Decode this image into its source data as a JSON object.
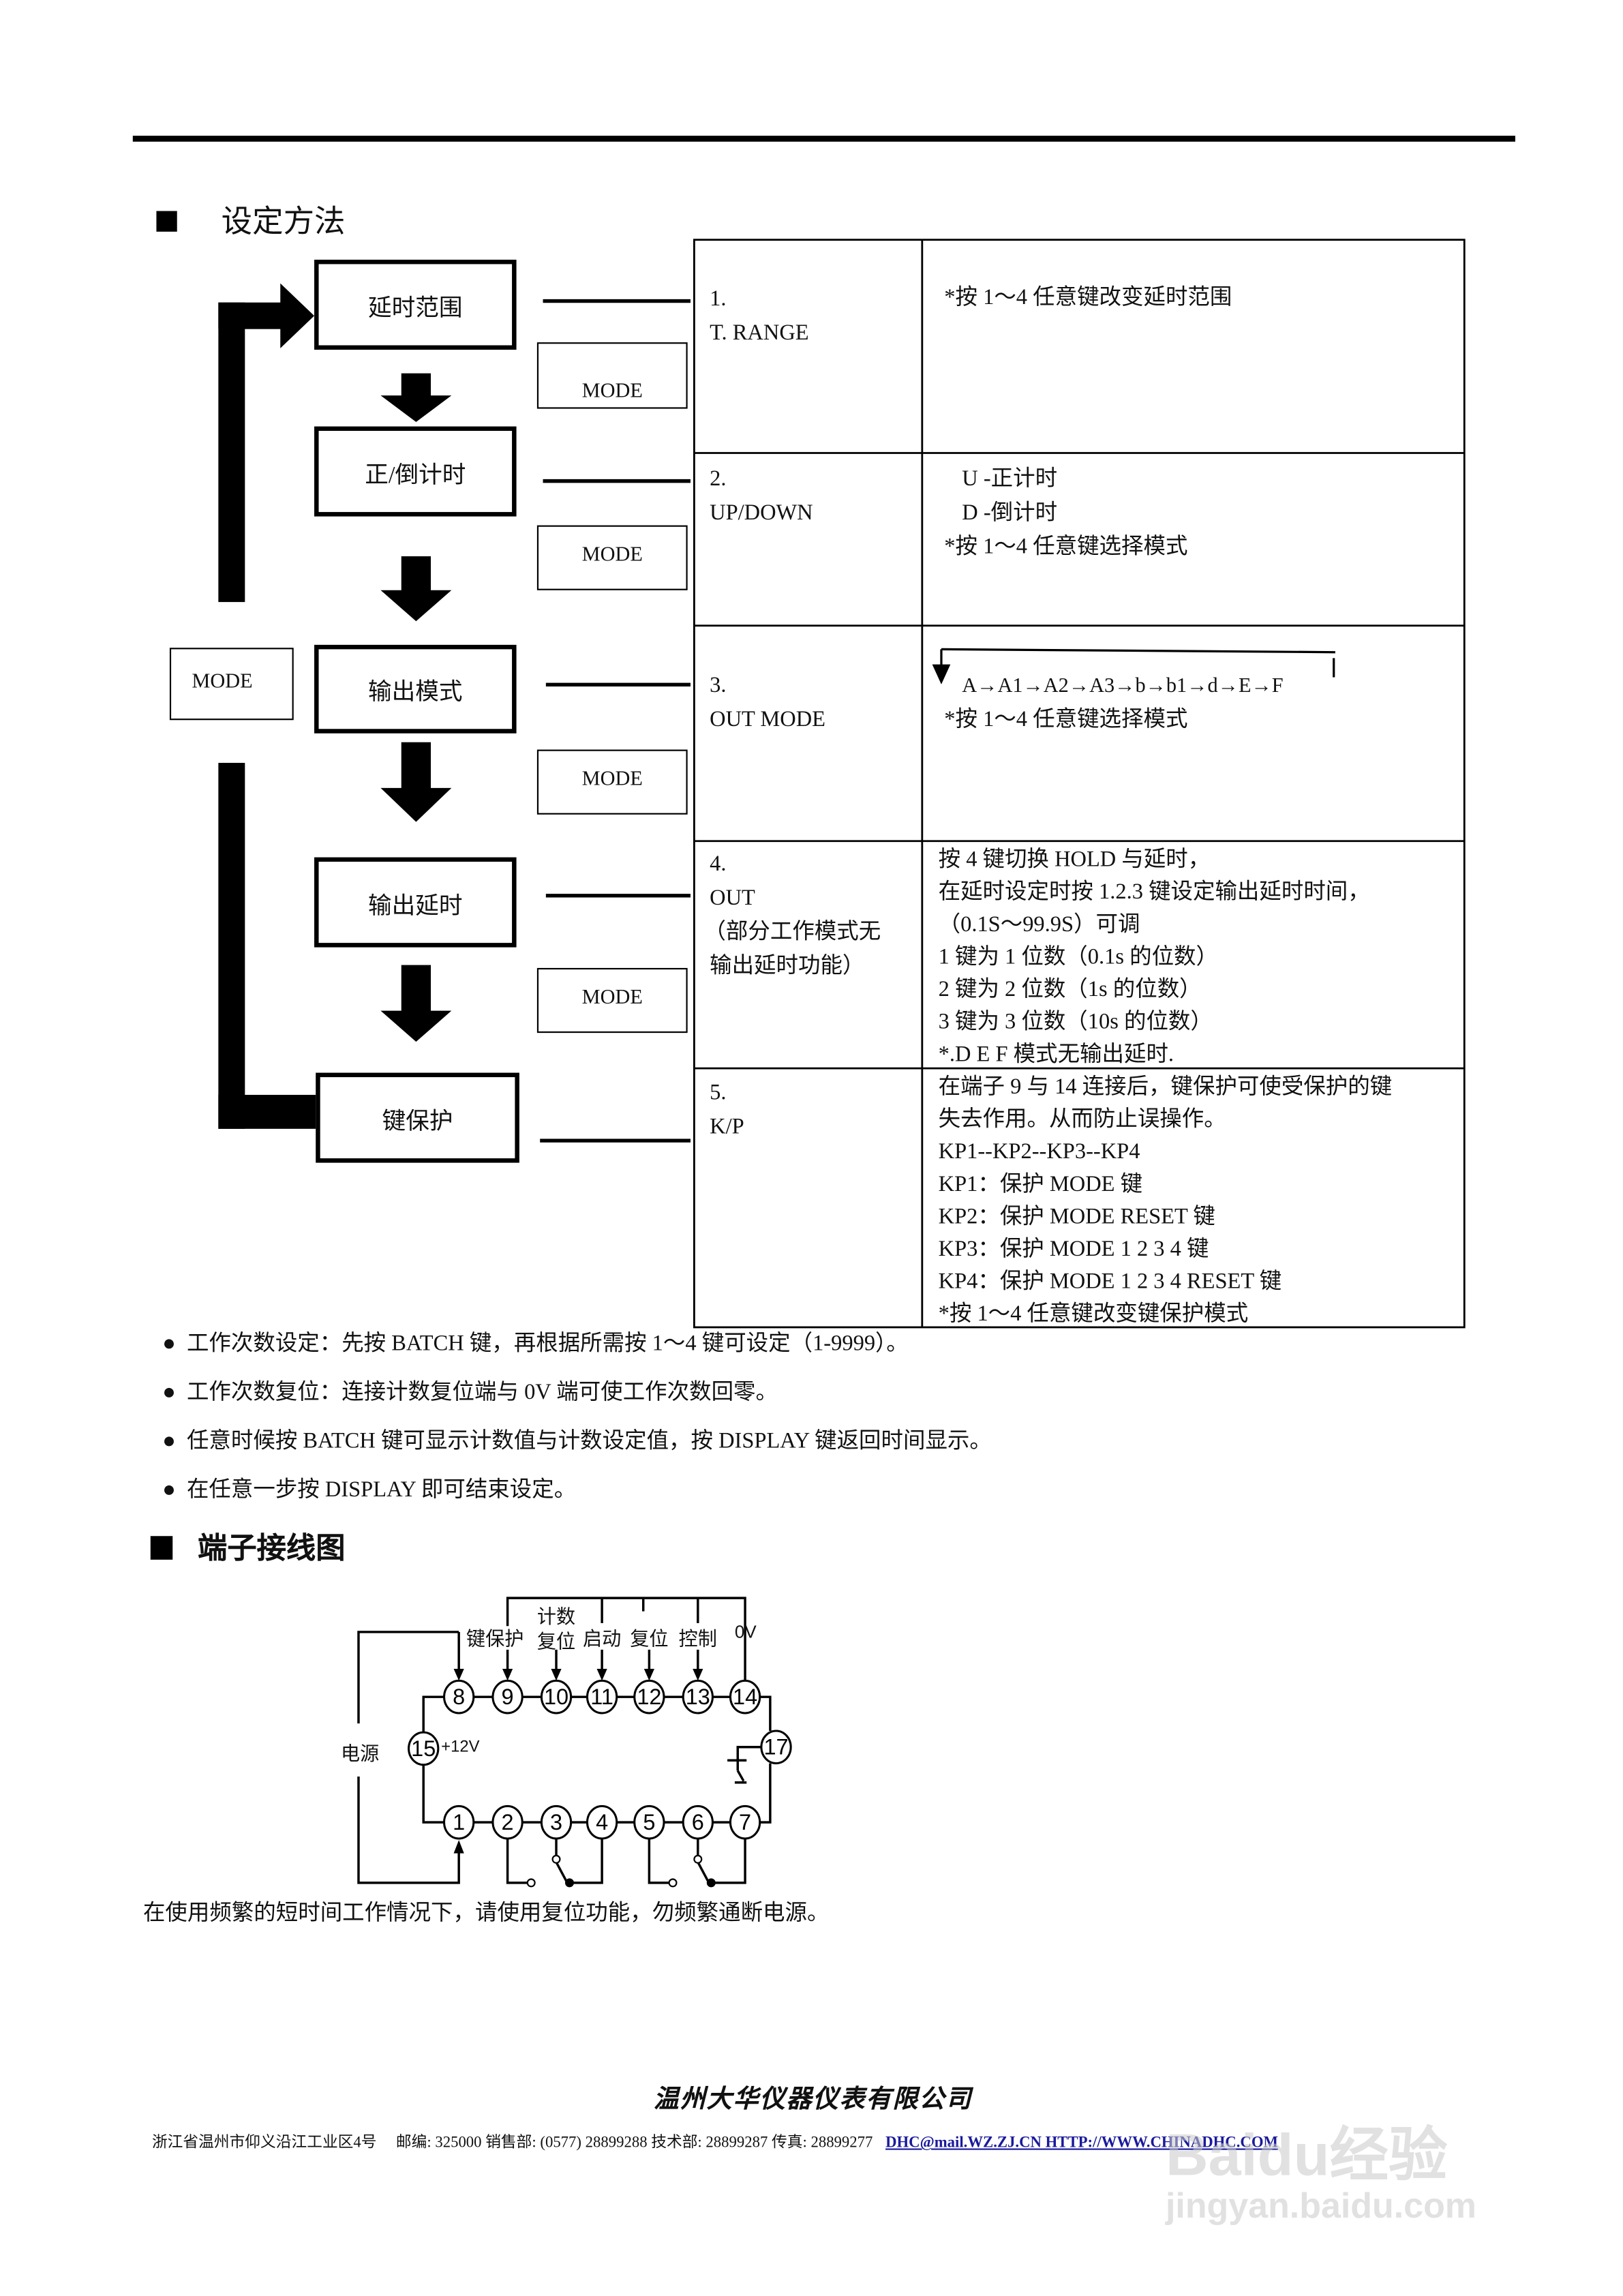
{
  "section1": {
    "title": "设定方法"
  },
  "flow": {
    "steps": [
      "延时范围",
      "正/倒计时",
      "输出模式",
      "输出延时",
      "键保护"
    ],
    "mode_label": "MODE"
  },
  "table": {
    "rows": [
      {
        "left": [
          "1.",
          "T. RANGE"
        ],
        "right": [
          "*按 1～4 任意键改变延时范围"
        ]
      },
      {
        "left": [
          "2.",
          "UP/DOWN"
        ],
        "right": [
          " U -正计时",
          " D -倒计时",
          "*按 1～4 任意键选择模式"
        ]
      },
      {
        "left": [
          "3.",
          "OUT MODE"
        ],
        "right": [
          "A→A1→A2→A3→b→b1→d→E→F",
          "*按 1～4 任意键选择模式"
        ]
      },
      {
        "left": [
          "4.",
          "OUT",
          "（部分工作模式无",
          "输出延时功能）"
        ],
        "right": [
          "按 4 键切换 HOLD 与延时，",
          "在延时设定时按 1.2.3 键设定输出延时时间，",
          "（0.1S～99.9S）可调",
          "1 键为 1 位数（0.1s 的位数）",
          "2 键为 2 位数（1s 的位数）",
          "3 键为 3 位数（10s 的位数）",
          "*.D E F 模式无输出延时."
        ]
      },
      {
        "left": [
          "5.",
          "K/P"
        ],
        "right": [
          "在端子 9 与 14 连接后，键保护可使受保护的键",
          "失去作用。从而防止误操作。",
          "KP1--KP2--KP3--KP4",
          "KP1：保护 MODE 键",
          "KP2：保护 MODE RESET 键",
          "KP3：保护 MODE  1 2 3 4 键",
          "KP4：保护 MODE 1 2 3 4 RESET 键",
          "*按 1～4 任意键改变键保护模式"
        ]
      }
    ]
  },
  "bullets": [
    "工作次数设定：先按 BATCH 键，再根据所需按 1～4 键可设定（1-9999）。",
    "工作次数复位：连接计数复位端与 0V 端可使工作次数回零。",
    "任意时候按 BATCH 键可显示计数值与计数设定值，按 DISPLAY 键返回时间显示。",
    "在任意一步按 DISPLAY 即可结束设定。"
  ],
  "section2": {
    "title": "端子接线图"
  },
  "wiring": {
    "top_terminals": [
      "8",
      "9",
      "10",
      "11",
      "12",
      "13",
      "14"
    ],
    "bottom_terminals": [
      "1",
      "2",
      "3",
      "4",
      "5",
      "6",
      "7"
    ],
    "left_terminal": "15",
    "right_terminal": "17",
    "left_terminal_label": "+12V",
    "power_label": "电源",
    "count_label": "计数",
    "input_labels": [
      "键保护",
      "复位",
      "启动",
      "复位",
      "控制",
      "0V"
    ]
  },
  "caption": "在使用频繁的短时间工作情况下，请使用复位功能，勿频繁通断电源。",
  "footer": {
    "company": "温州大华仪器仪表有限公司",
    "address": "浙江省温州市仰义沿江工业区4号　 邮编: 325000  销售部: (0577) 28899288   技术部: 28899287    传真: 28899277",
    "link": "DHC@mail.WZ.ZJ.CN HTTP://WWW.CHINADHC.COM",
    "link_color": "#1a1a9c"
  },
  "watermark": {
    "brand": "Baidu经验",
    "url": "jingyan.baidu.com"
  }
}
